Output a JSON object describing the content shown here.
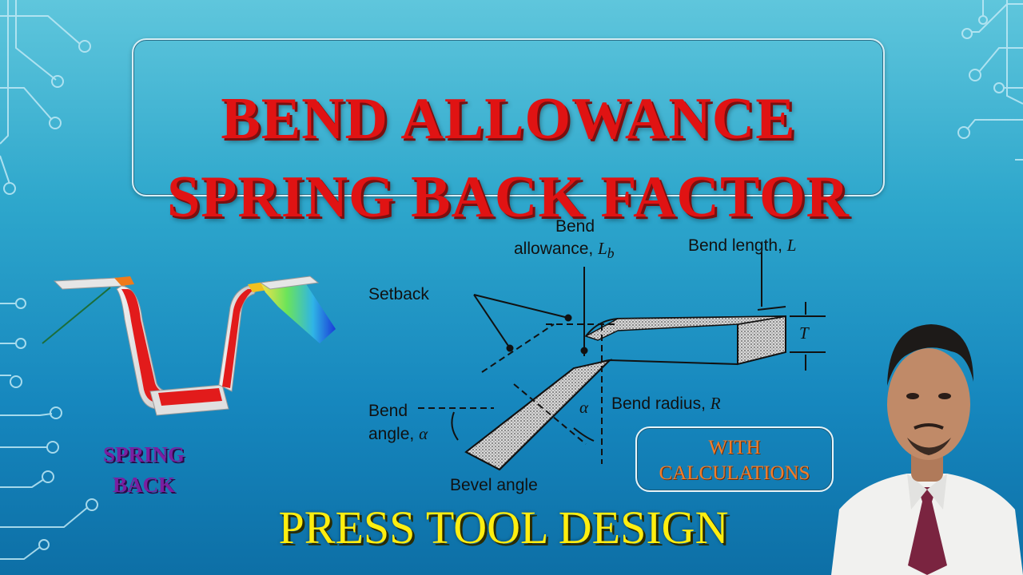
{
  "title": {
    "line1": "BEND ALLOWANCE",
    "line2": "SPRING BACK FACTOR"
  },
  "diagram": {
    "labels": {
      "bend_allowance_1": "Bend",
      "bend_allowance_2": "allowance,",
      "bend_allowance_symbol": "L",
      "bend_allowance_sub": "b",
      "bend_length": "Bend length,",
      "bend_length_symbol": "L",
      "setback": "Setback",
      "thickness_symbol": "T",
      "bend_radius": "Bend radius,",
      "bend_radius_symbol": "R",
      "bend_angle_1": "Bend",
      "bend_angle_2": "angle,",
      "alpha_symbol": "α",
      "bevel_angle": "Bevel angle"
    }
  },
  "spring_back": {
    "line1": "SPRING",
    "line2": "BACK"
  },
  "calc_badge": {
    "line1": "WITH",
    "line2": "CALCULATIONS"
  },
  "footer": {
    "title": "PRESS TOOL DESIGN"
  },
  "colors": {
    "title_red": "#e01313",
    "footer_yellow": "#ffee10",
    "spring_purple": "#7a1fa0",
    "calc_orange": "#f07d2b"
  }
}
